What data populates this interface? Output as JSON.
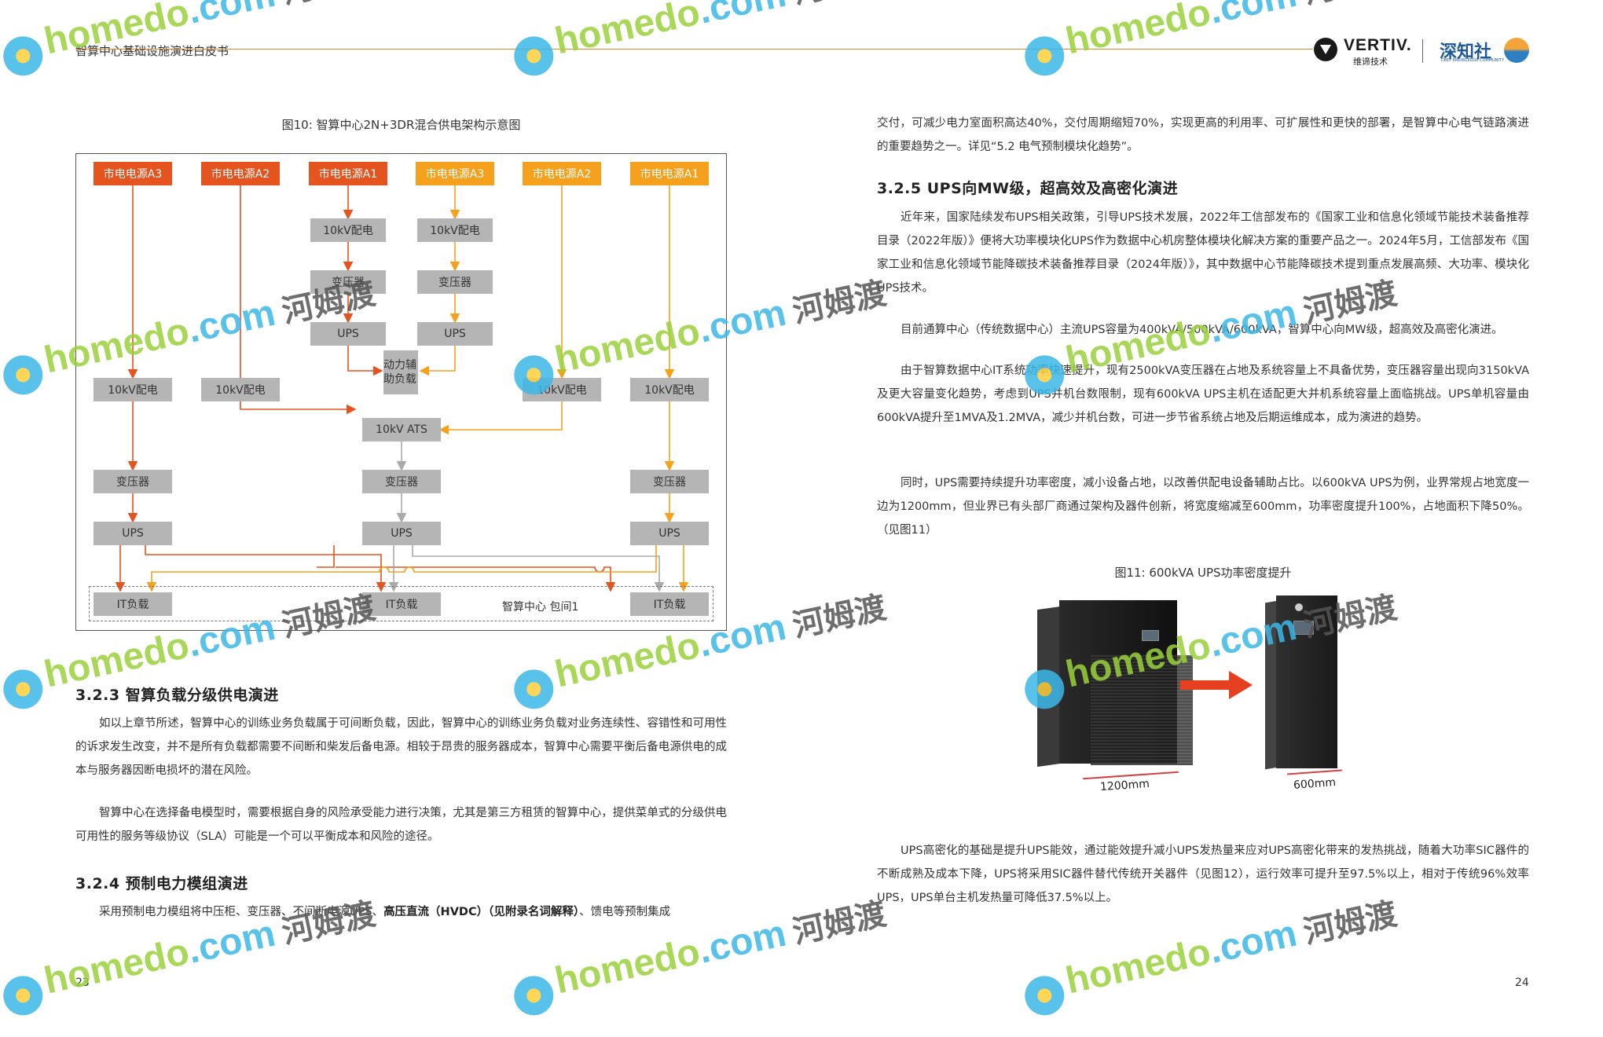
{
  "header": {
    "title": "智算中心基础设施演进白皮书",
    "logo_vertiv": "VERTIV.",
    "logo_vertiv_sub": "维谛技术",
    "logo_shenzhi": "深知社",
    "logo_shenzhi_sub": "DEEP KNOWLEDGE COMMUNITY"
  },
  "figure10": {
    "caption": "图10: 智算中心2N+3DR混合供电架构示意图",
    "nodes": {
      "src_a3_red": "市电电源A3",
      "src_a2_red": "市电电源A2",
      "src_a1_red": "市电电源A1",
      "src_a3_orange": "市电电源A3",
      "src_a2_orange": "市电电源A2",
      "src_a1_orange": "市电电源A1",
      "dist_mid_left": "10kV配电",
      "dist_mid_right": "10kV配电",
      "xfmr_mid_left": "变压器",
      "xfmr_mid_right": "变压器",
      "ups_mid_left": "UPS",
      "ups_mid_right": "UPS",
      "aux_load": "动力辅助负载",
      "dist_1": "10kV配电",
      "dist_2": "10kV配电",
      "dist_3": "10kV配电",
      "dist_4": "10kV配电",
      "ats": "10kV ATS",
      "xfmr_left": "变压器",
      "xfmr_center": "变压器",
      "xfmr_right": "变压器",
      "ups_left": "UPS",
      "ups_center": "UPS",
      "ups_right": "UPS",
      "it_left": "IT负载",
      "it_center": "IT负载",
      "it_right": "IT负载"
    },
    "zone_label": "智算中心 包间1",
    "colors": {
      "red": "#e5531f",
      "orange": "#f5a11e",
      "gray": "#b5b5b5"
    }
  },
  "left": {
    "s323_title": "3.2.3 智算负载分级供电演进",
    "s323_p1": "如以上章节所述，智算中心的训练业务负载属于可间断负载，因此，智算中心的训练业务负载对业务连续性、容错性和可用性的诉求发生改变，并不是所有负载都需要不间断和柴发后备电源。相较于昂贵的服务器成本，智算中心需要平衡后备电源供电的成本与服务器因断电损坏的潜在风险。",
    "s323_p2": "智算中心在选择备电模型时，需要根据自身的风险承受能力进行决策，尤其是第三方租赁的智算中心，提供菜单式的分级供电可用性的服务等级协议（SLA）可能是一个可以平衡成本和风险的途径。",
    "s324_title": "3.2.4 预制电力模组演进",
    "s324_p1_a": "采用预制电力模组将中压柜、变压器、不间断电源UPS、",
    "s324_p1_b": "高压直流（HVDC）（见附录名词解释）",
    "s324_p1_c": "、馈电等预制集成",
    "page_num": "23"
  },
  "right": {
    "cont_p": "交付，可减少电力室面积高达40%，交付周期缩短70%，实现更高的利用率、可扩展性和更快的部署，是智算中心电气链路演进的重要趋势之一。详见“5.2 电气预制模块化趋势”。",
    "s325_title": "3.2.5 UPS向MW级，超高效及高密化演进",
    "s325_p1": "近年来，国家陆续发布UPS相关政策，引导UPS技术发展，2022年工信部发布的《国家工业和信息化领域节能技术装备推荐目录（2022年版）》便将大功率模块化UPS作为数据中心机房整体模块化解决方案的重要产品之一。2024年5月，工信部发布《国家工业和信息化领域节能降碳技术装备推荐目录（2024年版）》，其中数据中心节能降碳技术提到重点发展高频、大功率、模块化UPS技术。",
    "s325_p2": "目前通算中心（传统数据中心）主流UPS容量为400kVA/500kVA/600kVA，智算中心向MW级，超高效及高密化演进。",
    "s325_p3": "由于智算数据中心IT系统功率快速提升，现有2500kVA变压器在占地及系统容量上不具备优势，变压器容量出现向3150kVA及更大容量变化趋势，考虑到UPS并机台数限制，现有600kVA UPS主机在适配更大并机系统容量上面临挑战。UPS单机容量由600kVA提升至1MVA及1.2MVA，减少并机台数，可进一步节省系统占地及后期运维成本，成为演进的趋势。",
    "s325_p4": "同时，UPS需要持续提升功率密度，减小设备占地，以改善供配电设备辅助占比。以600kVA UPS为例，业界常规占地宽度一边为1200mm，但业界已有头部厂商通过架构及器件创新，将宽度缩减至600mm，功率密度提升100%，占地面积下降50%。（见图11）",
    "fig11_caption": "图11: 600kVA UPS功率密度提升",
    "fig11_dim_left": "1200mm",
    "fig11_dim_right": "600mm",
    "s325_p5": "UPS高密化的基础是提升UPS能效，通过能效提升减小UPS发热量来应对UPS高密化带来的发热挑战，随着大功率SIC器件的不断成熟及成本下降，UPS将采用SIC器件替代传统开关器件（见图12），运行效率可提升至97.5%以上，相对于传统96%效率UPS，UPS单台主机发热量可降低37.5%以上。",
    "page_num": "24"
  },
  "watermark": {
    "brand": "homedo",
    "domain": ".com",
    "cn": "河姆渡"
  }
}
